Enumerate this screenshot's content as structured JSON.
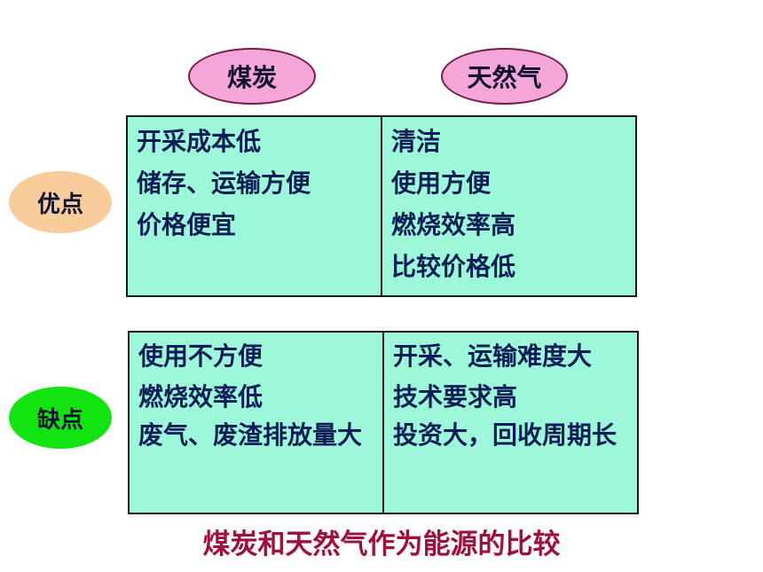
{
  "headers": {
    "coal": "煤炭",
    "gas": "天然气"
  },
  "side_labels": {
    "advantages": "优点",
    "disadvantages": "缺点"
  },
  "advantages": {
    "coal": [
      "开采成本低",
      "储存、运输方便",
      "价格便宜"
    ],
    "gas": [
      "清洁",
      "使用方便",
      "燃烧效率高",
      "比较价格低"
    ]
  },
  "disadvantages": {
    "coal": [
      "使用不方便",
      "燃烧效率低",
      "废气、废渣排放量大"
    ],
    "gas": [
      "开采、运输难度大",
      "技术要求高",
      "投资大，回收周期长"
    ]
  },
  "caption": "煤炭和天然气作为能源的比较",
  "colors": {
    "header_oval": "#f4a6d8",
    "advantage_oval": "#f9cc9c",
    "disadvantage_oval": "#11e411",
    "table_bg": "#9cf8d8",
    "caption": "#a0103a"
  }
}
